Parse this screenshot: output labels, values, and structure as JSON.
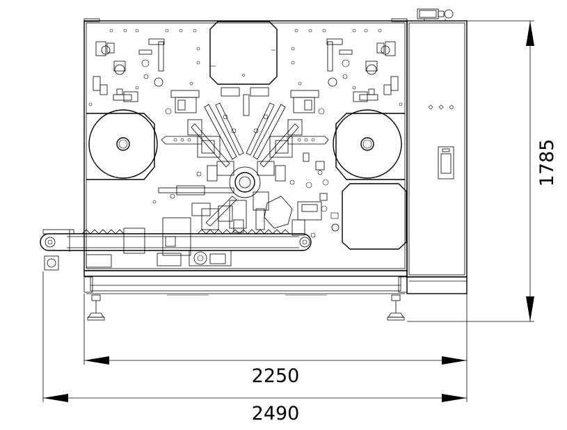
{
  "drawing": {
    "dimensions": {
      "height_label": "1785",
      "inner_width_label": "2250",
      "overall_width_label": "2490"
    }
  }
}
